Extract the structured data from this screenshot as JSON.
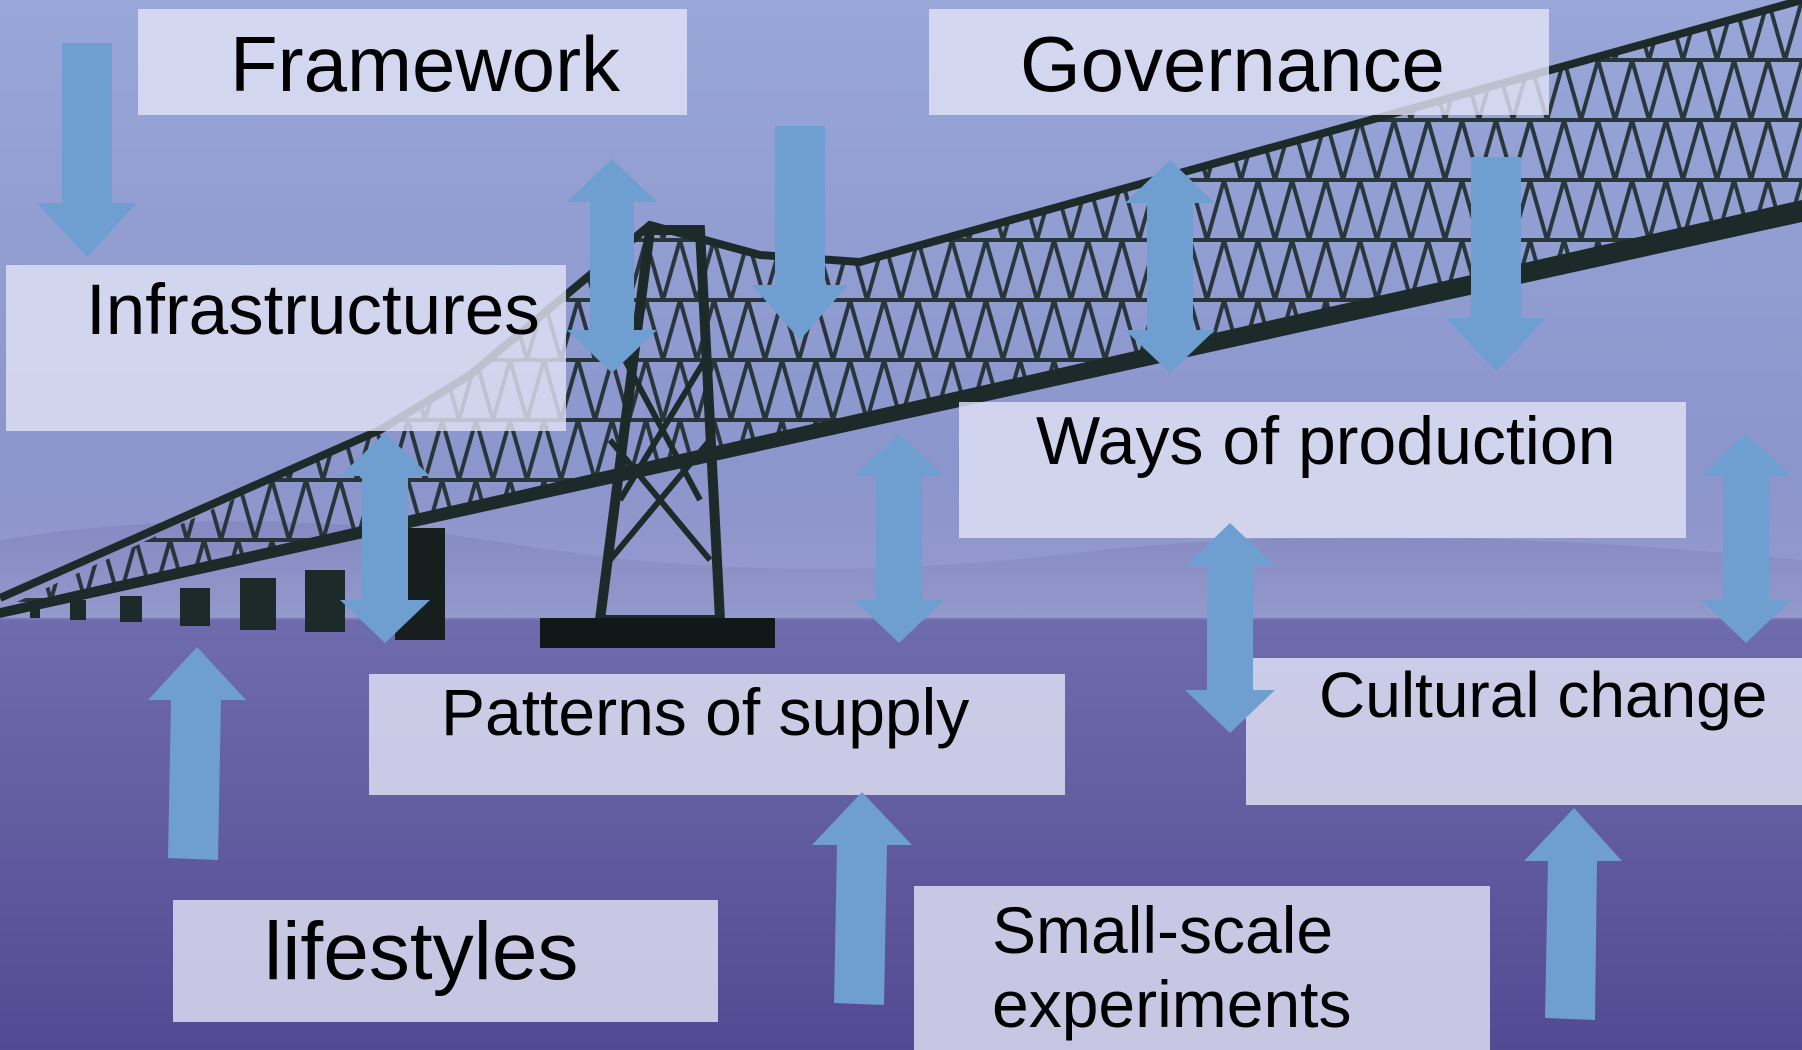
{
  "labels": {
    "framework": "Framework",
    "governance": "Governance",
    "infrastructures": "Infrastructures",
    "ways_of_production": "Ways of production",
    "patterns_of_supply": "Patterns of supply",
    "cultural_change": "Cultural change",
    "lifestyles": "lifestyles",
    "small_scale_experiments": "Small-scale experiments"
  },
  "colors": {
    "sky_top": "#9aa7d6",
    "sky_bottom": "#7d81bd",
    "water": "#5a4f94",
    "bridge": "#1d2a2a",
    "label_background": "#e0e2f4",
    "arrow": "#6f9ed0"
  }
}
